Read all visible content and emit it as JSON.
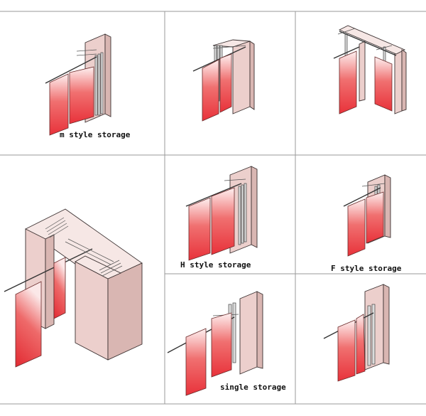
{
  "labels": {
    "m_style": "m style storage",
    "h_style": "H style storage",
    "f_style": "F style storage",
    "single": "single storage"
  },
  "colors": {
    "panel_red": "#e8323a",
    "panel_light": "#fbe3e3",
    "wall": "#eccfcc",
    "grid": "#9a9a9a"
  }
}
